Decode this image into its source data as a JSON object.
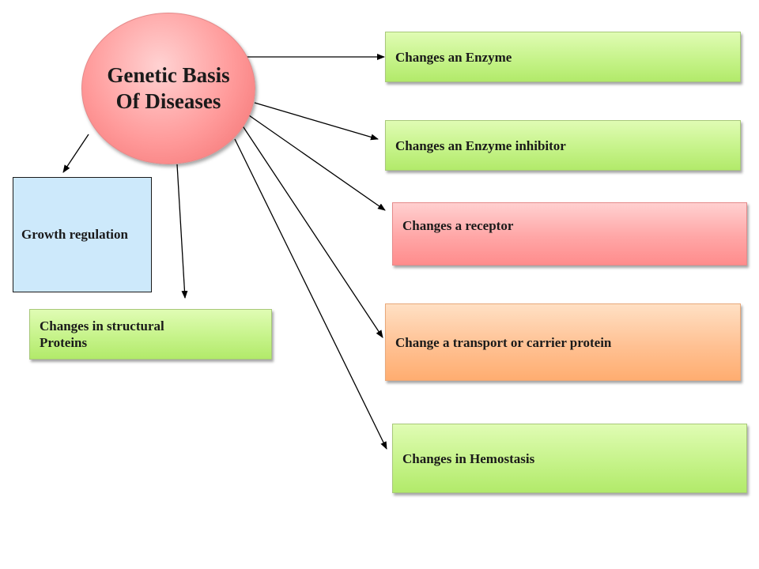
{
  "center": {
    "label": "Genetic Basis\nOf Diseases"
  },
  "nodes": {
    "enzyme": "Changes an Enzyme",
    "enzyme_inhibitor": "Changes an Enzyme inhibitor",
    "receptor": "Changes a receptor",
    "transport": "Change a transport or carrier protein",
    "hemostasis": "Changes in Hemostasis",
    "structural": "Changes in structural Proteins",
    "growth": "Growth regulation"
  },
  "colors": {
    "green": "#c6f38a",
    "red": "#ffa6a6",
    "orange": "#ffc193",
    "blue": "#cde9fb",
    "center": "#ff9a9a"
  }
}
